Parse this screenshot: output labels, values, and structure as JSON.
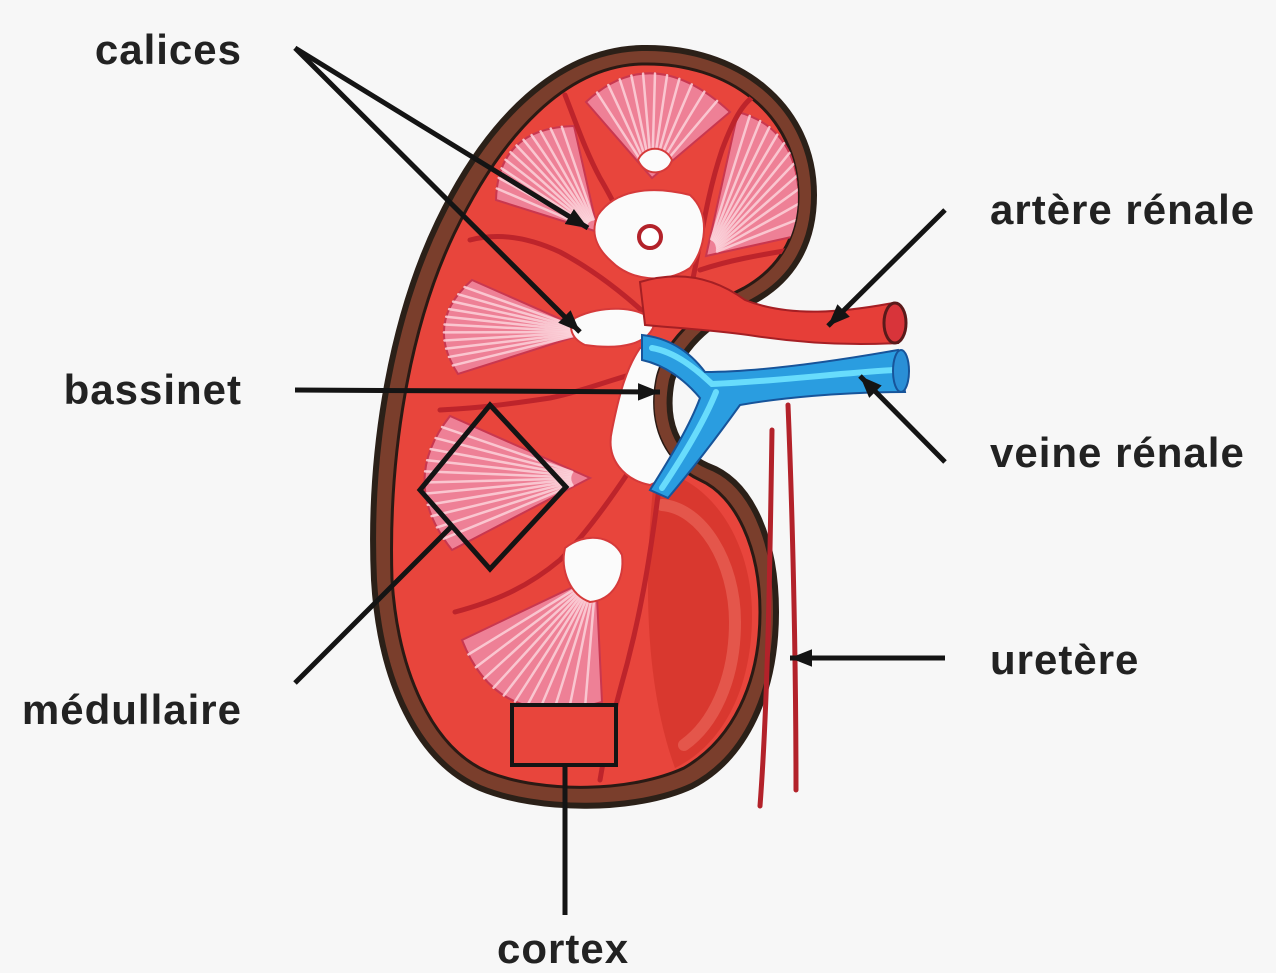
{
  "diagram": {
    "labels": {
      "calices": "calices",
      "artere_renale": "artère rénale",
      "bassinet": "bassinet",
      "veine_renale": "veine rénale",
      "uretere": "uretère",
      "medullaire": "médullaire",
      "cortex": "cortex"
    }
  },
  "colors": {
    "background": "#f7f7f7",
    "cortex_red": "#e8453c",
    "pyramid_pink": "#ee8096",
    "vein_blue": "#2a9de0",
    "capsule_dark": "#2b2018",
    "label_text": "#222222"
  }
}
